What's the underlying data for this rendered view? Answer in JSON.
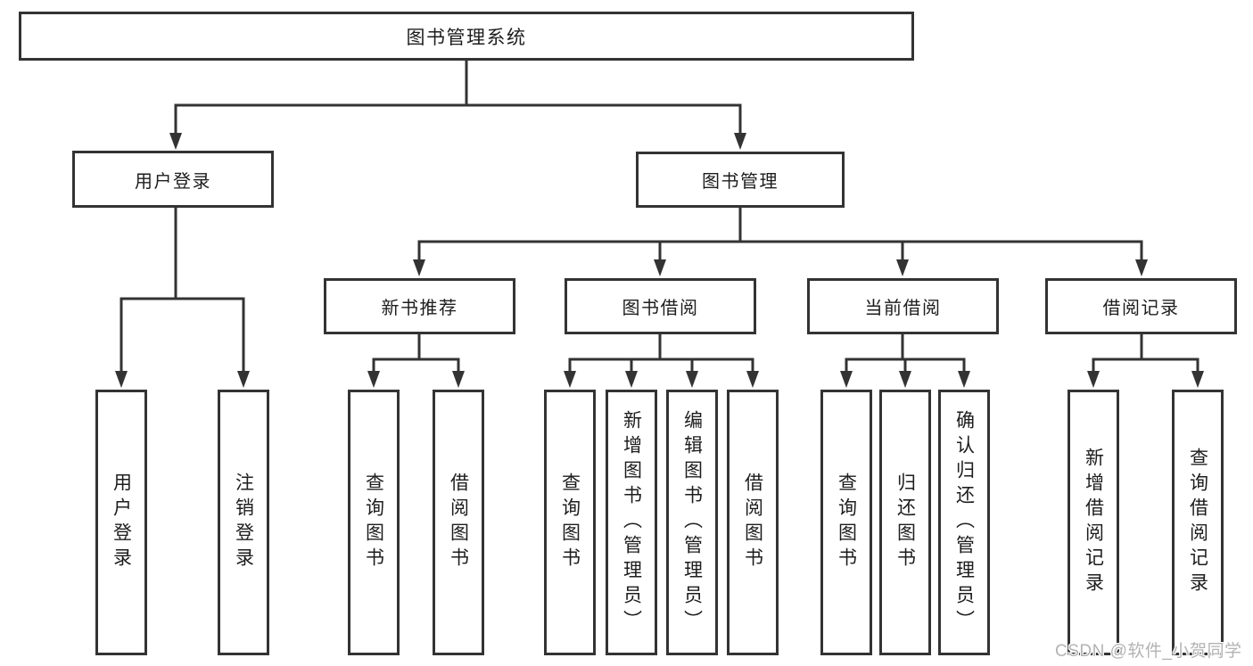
{
  "diagram_title": "图书管理系统",
  "tree": {
    "label": "图书管理系统",
    "children": [
      {
        "label": "用户登录",
        "children": [
          {
            "label": "用户登录"
          },
          {
            "label": "注销登录"
          }
        ]
      },
      {
        "label": "图书管理",
        "children": [
          {
            "label": "新书推荐",
            "children": [
              {
                "label": "查询图书"
              },
              {
                "label": "借阅图书"
              }
            ]
          },
          {
            "label": "图书借阅",
            "children": [
              {
                "label": "查询图书"
              },
              {
                "label": "新增图书（管理员）"
              },
              {
                "label": "编辑图书（管理员）"
              },
              {
                "label": "借阅图书"
              }
            ]
          },
          {
            "label": "当前借阅",
            "children": [
              {
                "label": "查询图书"
              },
              {
                "label": "归还图书"
              },
              {
                "label": "确认归还（管理员）"
              }
            ]
          },
          {
            "label": "借阅记录",
            "children": [
              {
                "label": "新增借阅记录"
              },
              {
                "label": "查询借阅记录"
              }
            ]
          }
        ]
      }
    ]
  },
  "watermark": {
    "text": "CSDN @软件_小贺同学"
  },
  "colors": {
    "line": "#333333",
    "box_border": "#333333",
    "box_fill": "#ffffff",
    "text": "#1d1d1d",
    "watermark": "#b3b3b3",
    "background": "#ffffff"
  }
}
